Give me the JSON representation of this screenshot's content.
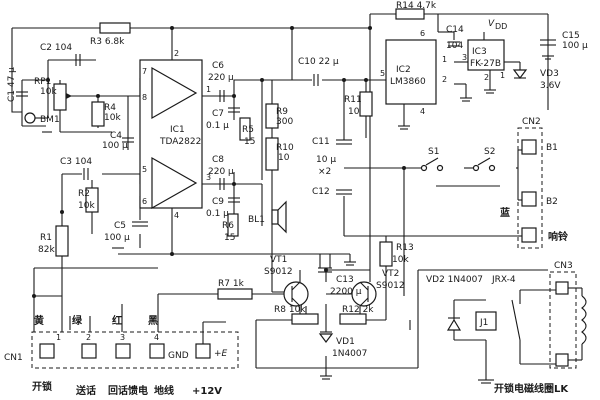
{
  "components": {
    "r14": "R14  4.7k",
    "vdd": "V",
    "vdd_sub": "DD",
    "c15": "C15",
    "c15_val": "100 μ",
    "r3": "R3  6.8k",
    "c2": "C2  104",
    "c1": "C1  47 μ",
    "rp1": "RP1",
    "rp1_val": "10k",
    "r4": "R4",
    "r4_val": "10k",
    "c4": "C4",
    "c4_val": "100 μ",
    "bm1": "BM1",
    "ic1": "IC1",
    "ic1_part": "TDA2822",
    "c6": "C6",
    "c6_val": "220 μ",
    "c7": "C7",
    "c7_val": "0.1 μ",
    "r5": "R5",
    "r5_val": "15",
    "c8": "C8",
    "c8_val": "220 μ",
    "c9": "C9",
    "c9_val": "0.1 μ",
    "r6": "R6",
    "r6_val": "15",
    "bl1": "BL1",
    "r9": "R9",
    "r9_val": "300",
    "r10": "R10",
    "r10_val": "10",
    "c10": "C10  22 μ",
    "r11": "R11",
    "r11_val": "10",
    "c11": "C11",
    "c11_val": "10 μ",
    "c11_mult": "×2",
    "c12": "C12",
    "ic2": "IC2",
    "ic2_part": "LM3860",
    "c14": "C14",
    "c14_val": "104",
    "ic3": "IC3",
    "ic3_part": "FK-27B",
    "vd3": "VD3",
    "vd3_val": "3.6V",
    "c3": "C3  104",
    "r2": "R2",
    "r2_val": "10k",
    "c5": "C5",
    "c5_val": "100 μ",
    "r1": "R1",
    "r1_val": "82k",
    "vt1": "VT1",
    "vt1_part": "S9012",
    "vt2": "VT2",
    "vt2_part": "S9012",
    "r7": "R7  1k",
    "c13": "C13",
    "c13_val": "2200 μ",
    "r8": "R8  10k",
    "r12": "R12  2k",
    "vd1": "VD1",
    "vd1_part": "1N4007",
    "r13": "R13",
    "r13_val": "10k",
    "vd2": "VD2  1N4007",
    "jrx": "JRX-4",
    "j1": "J1",
    "s1": "S1",
    "s2": "S2",
    "cn2": "CN2",
    "b1": "B1",
    "b2": "B2",
    "blue": "蓝",
    "bell": "响铃",
    "cn1": "CN1",
    "cn3": "CN3",
    "gnd": "GND",
    "plus_e": "+E"
  },
  "pins": {
    "ic1_pin1": "1",
    "ic1_pin2": "2",
    "ic1_pin3": "3",
    "ic1_pin4": "4",
    "ic1_pin5": "5",
    "ic1_pin6": "6",
    "ic1_pin7": "7",
    "ic1_pin8": "8",
    "ic2_pin1": "1",
    "ic2_pin2": "2",
    "ic2_pin4": "4",
    "ic2_pin5": "5",
    "ic2_pin6": "6",
    "ic3_pin1": "1",
    "ic3_pin2": "2",
    "ic3_pin3": "3",
    "cn1_pin1": "1",
    "cn1_pin2": "2",
    "cn1_pin3": "3",
    "cn1_pin4": "4"
  },
  "wire_colors": {
    "yellow": "黄",
    "green": "绿",
    "red": "红",
    "black": "黑"
  },
  "bottom_labels": {
    "unlock": "开锁",
    "talk": "送话",
    "listen": "回话馈电",
    "ground": "地线",
    "v12": "+12V",
    "coil": "开锁电磁线圈LK"
  }
}
